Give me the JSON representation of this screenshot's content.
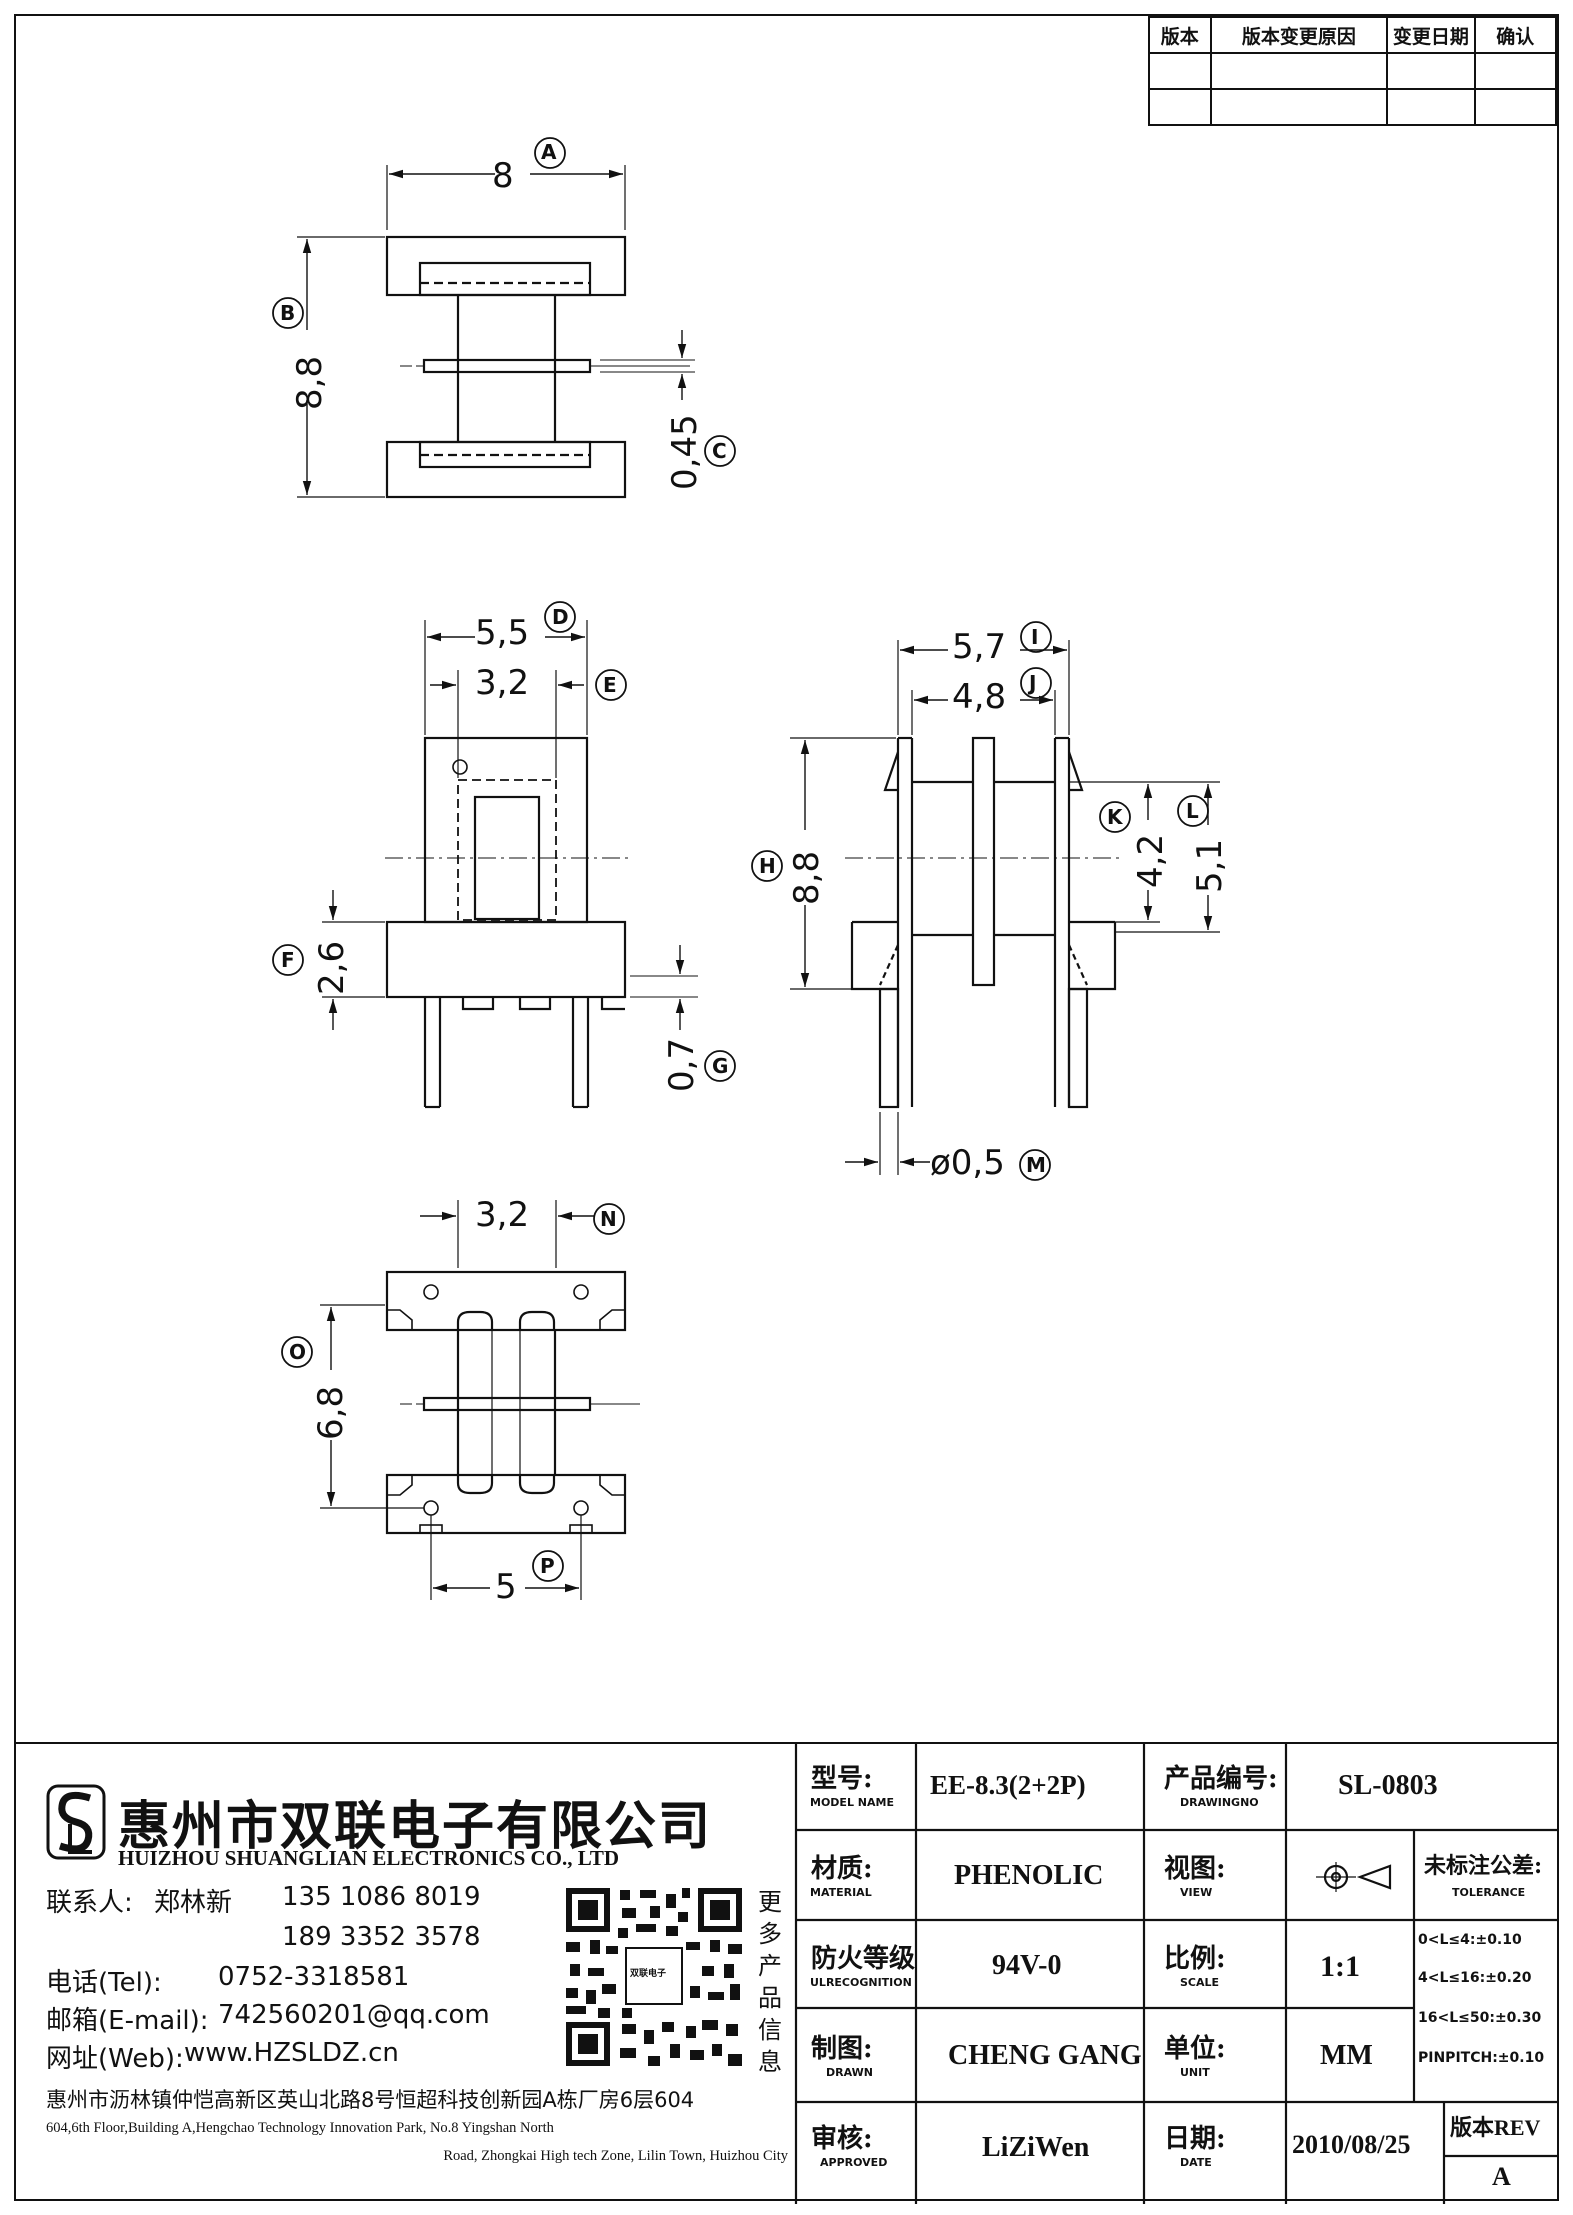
{
  "revision_table": {
    "headers": [
      "版本",
      "版本变更原因",
      "变更日期",
      "确认"
    ]
  },
  "dimensions": {
    "A": {
      "label": "A",
      "value": "8"
    },
    "B": {
      "label": "B",
      "value": "8,8"
    },
    "C": {
      "label": "C",
      "value": "0,45"
    },
    "D": {
      "label": "D",
      "value": "5,5"
    },
    "E": {
      "label": "E",
      "value": "3,2"
    },
    "F": {
      "label": "F",
      "value": "2,6"
    },
    "G": {
      "label": "G",
      "value": "0,7"
    },
    "H": {
      "label": "H",
      "value": "8,8"
    },
    "I": {
      "label": "I",
      "value": "5,7"
    },
    "J": {
      "label": "J",
      "value": "4,8"
    },
    "K": {
      "label": "K",
      "value": "4,2"
    },
    "L": {
      "label": "L",
      "value": "5,1"
    },
    "M": {
      "label": "M",
      "value": "ø0,5"
    },
    "N": {
      "label": "N",
      "value": "3,2"
    },
    "O": {
      "label": "O",
      "value": "6,8"
    },
    "P": {
      "label": "P",
      "value": "5"
    }
  },
  "company": {
    "name_cn": "惠州市双联电子有限公司",
    "name_en": "HUIZHOU SHUANGLIAN ELECTRONICS CO., LTD",
    "contact_label": "联系人:",
    "contact_name": "郑林新",
    "phone1": "135 1086 8019",
    "phone2": "189 3352 3578",
    "tel_label": "电话(Tel):",
    "tel": "0752-3318581",
    "email_label": "邮箱(E-mail):",
    "email": "742560201@qq.com",
    "web_label": "网址(Web):",
    "web": "www.HZSLDZ.cn",
    "more_info": [
      "更",
      "多",
      "产",
      "品",
      "信",
      "息"
    ],
    "qr_center": "双联电子",
    "address_cn": "惠州市沥林镇仲恺高新区英山北路8号恒超科技创新园A栋厂房6层604",
    "address_en_1": "604,6th Floor,Building A,Hengchao Technology Innovation Park, No.8 Yingshan North",
    "address_en_2": "Road, Zhongkai High tech Zone, Lilin Town, Huizhou City"
  },
  "title_block": {
    "model_label": "型号:",
    "model_sub": "MODEL NAME",
    "model_value": "EE-8.3(2+2P)",
    "drawing_label": "产品编号:",
    "drawing_sub": "DRAWINGNO",
    "drawing_value": "SL-0803",
    "material_label": "材质:",
    "material_sub": "MATERIAL",
    "material_value": "PHENOLIC",
    "view_label": "视图:",
    "view_sub": "VIEW",
    "tolerance_label": "未标注公差:",
    "tolerance_sub": "TOLERANCE",
    "tolerances": [
      "0<L≤4:±0.10",
      "4<L≤16:±0.20",
      "16<L≤50:±0.30",
      "PINPITCH:±0.10"
    ],
    "fire_label": "防火等级",
    "fire_sub": "ULRECOGNITION",
    "fire_value": "94V-0",
    "scale_label": "比例:",
    "scale_sub": "SCALE",
    "scale_value": "1:1",
    "drawn_label": "制图:",
    "drawn_sub": "DRAWN",
    "drawn_value": "CHENG GANG",
    "unit_label": "单位:",
    "unit_sub": "UNIT",
    "unit_value": "MM",
    "approved_label": "审核:",
    "approved_sub": "APPROVED",
    "approved_value": "LiZiWen",
    "date_label": "日期:",
    "date_sub": "DATE",
    "date_value": "2010/08/25",
    "rev_label": "版本REV",
    "rev_value": "A"
  }
}
